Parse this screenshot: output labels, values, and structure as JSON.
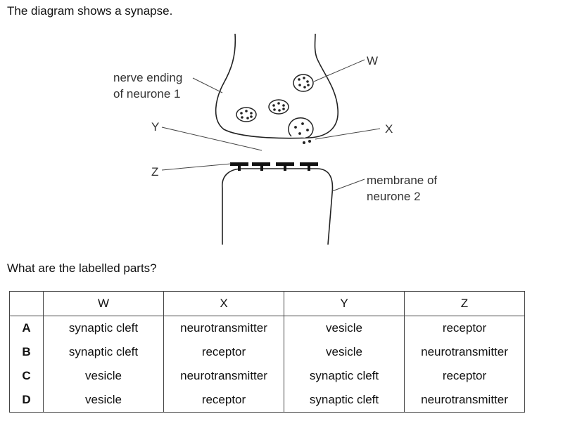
{
  "intro": "The diagram shows a synapse.",
  "question": "What are the labelled parts?",
  "diagram": {
    "label_nerve_ending_line1": "nerve ending",
    "label_nerve_ending_line2": "of neurone 1",
    "label_W": "W",
    "label_X": "X",
    "label_Y": "Y",
    "label_Z": "Z",
    "label_membrane_line1": "membrane of",
    "label_membrane_line2": "neurone 2"
  },
  "table": {
    "headers": [
      "",
      "W",
      "X",
      "Y",
      "Z"
    ],
    "rows": [
      {
        "option": "A",
        "W": "synaptic cleft",
        "X": "neurotransmitter",
        "Y": "vesicle",
        "Z": "receptor"
      },
      {
        "option": "B",
        "W": "synaptic cleft",
        "X": "receptor",
        "Y": "vesicle",
        "Z": "neurotransmitter"
      },
      {
        "option": "C",
        "W": "vesicle",
        "X": "neurotransmitter",
        "Y": "synaptic cleft",
        "Z": "receptor"
      },
      {
        "option": "D",
        "W": "vesicle",
        "X": "receptor",
        "Y": "synaptic cleft",
        "Z": "neurotransmitter"
      }
    ]
  }
}
